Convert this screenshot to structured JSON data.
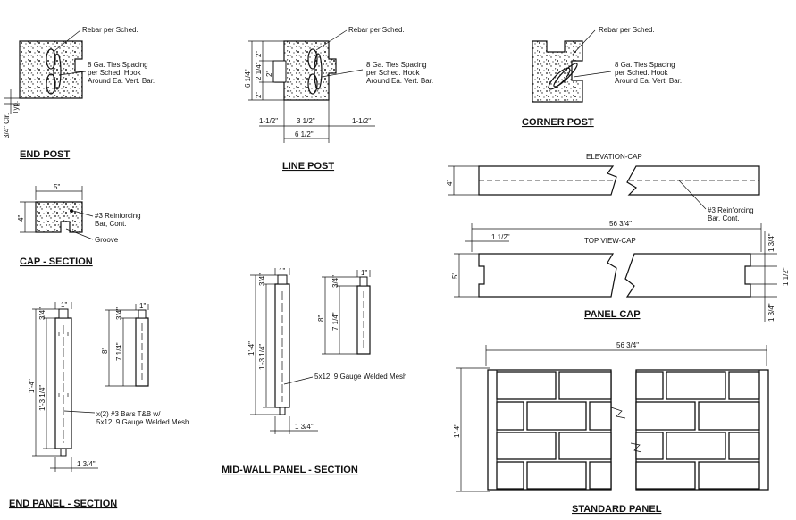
{
  "notes": {
    "rebar": "Rebar per Sched.",
    "ties": [
      "8 Ga. Ties Spacing",
      "per Sched. Hook",
      "Around Ea. Vert. Bar."
    ],
    "reinforcing_cap": [
      "#3 Reinforcing",
      "Bar, Cont."
    ],
    "groove": "Groove",
    "reinforcing_elev": [
      "#3 Reinforcing",
      "Bar. Cont."
    ],
    "mesh_mid": "5x12, 9 Gauge Welded Mesh",
    "bars_end": [
      "x(2) #3 Bars T&B w/",
      "5x12, 9 Gauge Welded Mesh"
    ]
  },
  "titles": {
    "end_post": "END POST",
    "line_post": "LINE POST",
    "corner_post": "CORNER POST",
    "cap_section": "CAP - SECTION",
    "elevation_cap": "ELEVATION-CAP",
    "top_view_cap": "TOP VIEW-CAP",
    "panel_cap": "PANEL CAP",
    "end_panel_section": "END PANEL - SECTION",
    "mid_wall_panel_section": "MID-WALL PANEL - SECTION",
    "standard_panel": "STANDARD PANEL"
  },
  "dims": {
    "end_post_clr": "3/4\" Clr.",
    "typ": "Typ.",
    "lp_2a": "2\"",
    "lp_214": "2 1/4\"",
    "lp_2b": "2\"",
    "lp_614": "6 1/4\"",
    "lp_2in": "2\"",
    "lp_112a": "1-1/2\"",
    "lp_312": "3 1/2\"",
    "lp_112b": "1-1/2\"",
    "lp_612": "6 1/2\"",
    "cap_5": "5\"",
    "cap_4": "4\"",
    "elev_4": "4\"",
    "pc_5634": "56 3/4\"",
    "pc_112": "1 1/2\"",
    "pc_5": "5\"",
    "pc_134a": "1 3/4\"",
    "pc_112r": "1 1/2\"",
    "pc_134b": "1 3/4\"",
    "ep_34a": "3/4\"",
    "ep_1a": "1\"",
    "ep_14": "1'-4\"",
    "ep_1314": "1'-3 1/4\"",
    "ep_34b": "3/4\"",
    "ep_1b": "1\"",
    "ep_8": "8\"",
    "ep_714": "7 1/4\"",
    "ep_134": "1 3/4\"",
    "mw_34a": "3/4\"",
    "mw_1a": "1\"",
    "mw_14": "1'-4\"",
    "mw_1314": "1'-3 1/4\"",
    "mw_34b": "3/4\"",
    "mw_1b": "1\"",
    "mw_8": "8\"",
    "mw_714": "7 1/4\"",
    "mw_134": "1 3/4\"",
    "sp_5634": "56 3/4\"",
    "sp_14": "1'-4\""
  }
}
